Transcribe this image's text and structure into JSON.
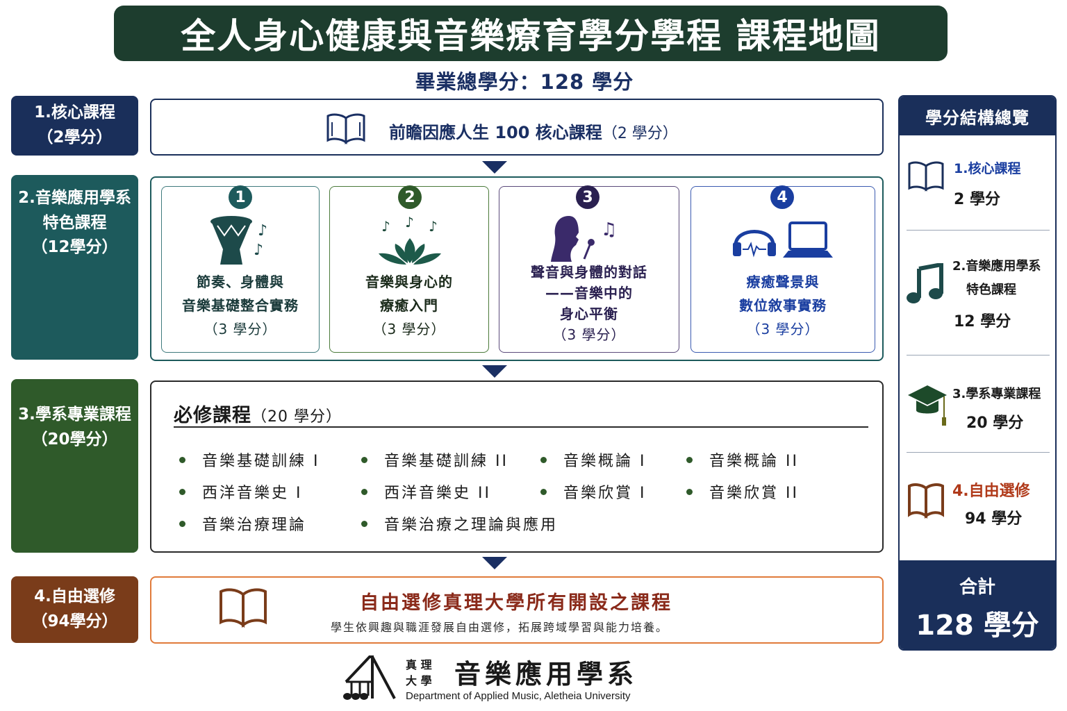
{
  "title": "全人身心健康與音樂療育學分學程 課程地圖",
  "total_credits_line": "畢業總學分：128 學分",
  "sections": [
    {
      "label_line1": "1.核心課程",
      "label_line2": "（2學分）"
    },
    {
      "label_line1": "2.音樂應用學系",
      "label_line2": "特色課程",
      "label_line3": "（12學分）"
    },
    {
      "label_line1": "3.學系專業課程",
      "label_line2": "（20學分）"
    },
    {
      "label_line1": "4.自由選修",
      "label_line2": "（94學分）"
    }
  ],
  "core": {
    "name": "前瞻因應人生 100 核心課程",
    "credit": "（2 學分）"
  },
  "feature_courses": [
    {
      "num": "1",
      "line1": "節奏、身體與",
      "line2": "音樂基礎整合實務",
      "line3": "（3 學分）",
      "color": "#1d5a5c"
    },
    {
      "num": "2",
      "line1": "音樂與身心的",
      "line2": "療癒入門",
      "line3": "（3 學分）",
      "color": "#2f5a2a"
    },
    {
      "num": "3",
      "line1": "聲音與身體的對話",
      "line2": "——音樂中的",
      "line3": "身心平衡",
      "line4": "（3 學分）",
      "color": "#3a2a5a"
    },
    {
      "num": "4",
      "line1": "療癒聲景與",
      "line2": "數位敘事實務",
      "line3": "（3 學分）",
      "color": "#1a3ea0"
    }
  ],
  "required": {
    "title": "必修課程",
    "credit": "（20 學分）",
    "courses": [
      "音樂基礎訓練 I",
      "音樂基礎訓練 II",
      "音樂概論 I",
      "音樂概論 II",
      "西洋音樂史 I",
      "西洋音樂史 II",
      "音樂欣賞 I",
      "音樂欣賞 II",
      "音樂治療理論",
      "音樂治療之理論與應用"
    ]
  },
  "elective": {
    "title": "自由選修真理大學所有開設之課程",
    "desc": "學生依興趣與職涯發展自由選修，拓展跨域學習與能力培養。"
  },
  "summary": {
    "title": "學分結構總覽",
    "items": [
      {
        "name": "1.核心課程",
        "credit": "2 學分"
      },
      {
        "name_line1": "2.音樂應用學系",
        "name_line2": "特色課程",
        "credit": "12 學分"
      },
      {
        "name": "3.學系專業課程",
        "credit": "20 學分"
      },
      {
        "name": "4.自由選修",
        "credit": "94 學分"
      }
    ],
    "total_label": "合計",
    "total_value": "128 學分"
  },
  "footer": {
    "abbr_line1": "真 理",
    "abbr_line2": "大 學",
    "dept_name": "音樂應用學系",
    "dept_en": "Department of Applied Music, Aletheia University"
  }
}
